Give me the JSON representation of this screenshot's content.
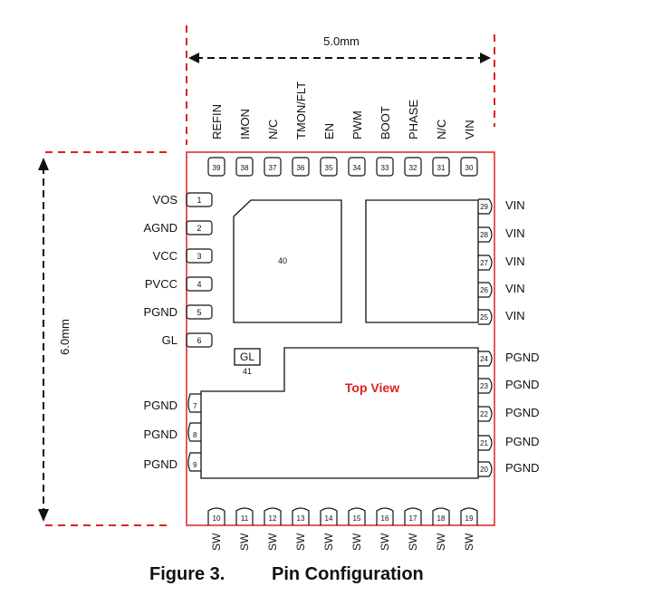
{
  "dimensions": {
    "width_label": "5.0mm",
    "height_label": "6.0mm"
  },
  "view_label": "Top View",
  "caption": {
    "number": "Figure 3.",
    "title": "Pin Configuration"
  },
  "pins": {
    "left": [
      {
        "num": "1",
        "name": "VOS"
      },
      {
        "num": "2",
        "name": "AGND"
      },
      {
        "num": "3",
        "name": "VCC"
      },
      {
        "num": "4",
        "name": "PVCC"
      },
      {
        "num": "5",
        "name": "PGND"
      },
      {
        "num": "6",
        "name": "GL"
      },
      {
        "num": "7",
        "name": "PGND"
      },
      {
        "num": "8",
        "name": "PGND"
      },
      {
        "num": "9",
        "name": "PGND"
      }
    ],
    "bottom": [
      {
        "num": "10",
        "name": "SW"
      },
      {
        "num": "11",
        "name": "SW"
      },
      {
        "num": "12",
        "name": "SW"
      },
      {
        "num": "13",
        "name": "SW"
      },
      {
        "num": "14",
        "name": "SW"
      },
      {
        "num": "15",
        "name": "SW"
      },
      {
        "num": "16",
        "name": "SW"
      },
      {
        "num": "17",
        "name": "SW"
      },
      {
        "num": "18",
        "name": "SW"
      },
      {
        "num": "19",
        "name": "SW"
      }
    ],
    "right": [
      {
        "num": "20",
        "name": "PGND"
      },
      {
        "num": "21",
        "name": "PGND"
      },
      {
        "num": "22",
        "name": "PGND"
      },
      {
        "num": "23",
        "name": "PGND"
      },
      {
        "num": "24",
        "name": "PGND"
      },
      {
        "num": "25",
        "name": "VIN"
      },
      {
        "num": "26",
        "name": "VIN"
      },
      {
        "num": "27",
        "name": "VIN"
      },
      {
        "num": "28",
        "name": "VIN"
      },
      {
        "num": "29",
        "name": "VIN"
      }
    ],
    "top": [
      {
        "num": "30",
        "name": "VIN"
      },
      {
        "num": "31",
        "name": "N/C"
      },
      {
        "num": "32",
        "name": "PHASE"
      },
      {
        "num": "33",
        "name": "BOOT"
      },
      {
        "num": "34",
        "name": "PWM"
      },
      {
        "num": "35",
        "name": "EN"
      },
      {
        "num": "36",
        "name": "TMON/FLT"
      },
      {
        "num": "37",
        "name": "N/C"
      },
      {
        "num": "38",
        "name": "IMON"
      },
      {
        "num": "39",
        "name": "REFIN"
      }
    ]
  },
  "pads": {
    "pad40": {
      "num": "40"
    },
    "pad41": {
      "num": "41",
      "label": "GL"
    }
  },
  "colors": {
    "outline": "#e02020",
    "dimension": "#e02020",
    "view_label": "#e02020",
    "ink": "#111111"
  }
}
